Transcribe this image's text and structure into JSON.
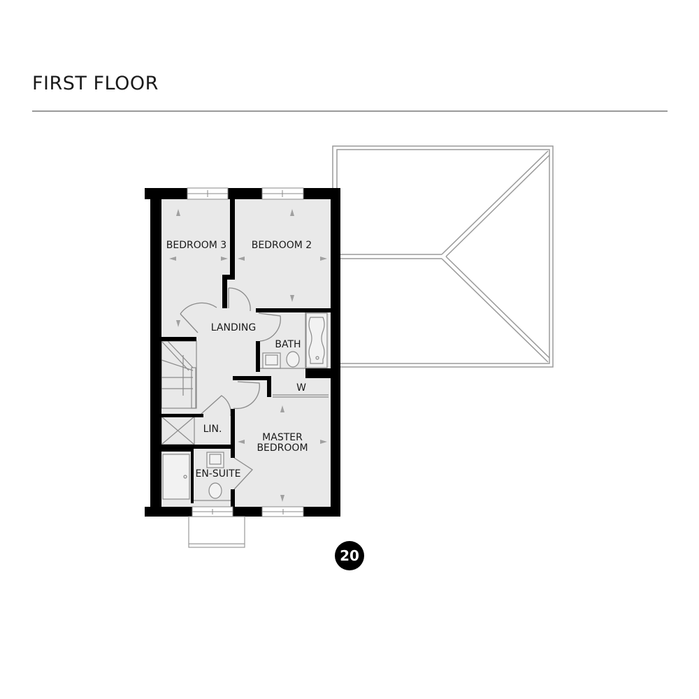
{
  "header": {
    "title": "FIRST FLOOR"
  },
  "plot_number": "20",
  "rooms": [
    {
      "name": "bedroom-3",
      "label": "BEDROOM 3"
    },
    {
      "name": "bedroom-2",
      "label": "BEDROOM 2"
    },
    {
      "name": "landing",
      "label": "LANDING"
    },
    {
      "name": "bath",
      "label": "BATH"
    },
    {
      "name": "wardrobe",
      "label": "W"
    },
    {
      "name": "linen",
      "label": "LIN."
    },
    {
      "name": "master-bedroom",
      "label_line1": "MASTER",
      "label_line2": "BEDROOM"
    },
    {
      "name": "en-suite",
      "label": "EN-SUITE"
    }
  ],
  "colors": {
    "wall": "#000000",
    "floor": "#e8e8e8",
    "line": "#8a8a8a",
    "arrow": "#9a9a9a"
  }
}
